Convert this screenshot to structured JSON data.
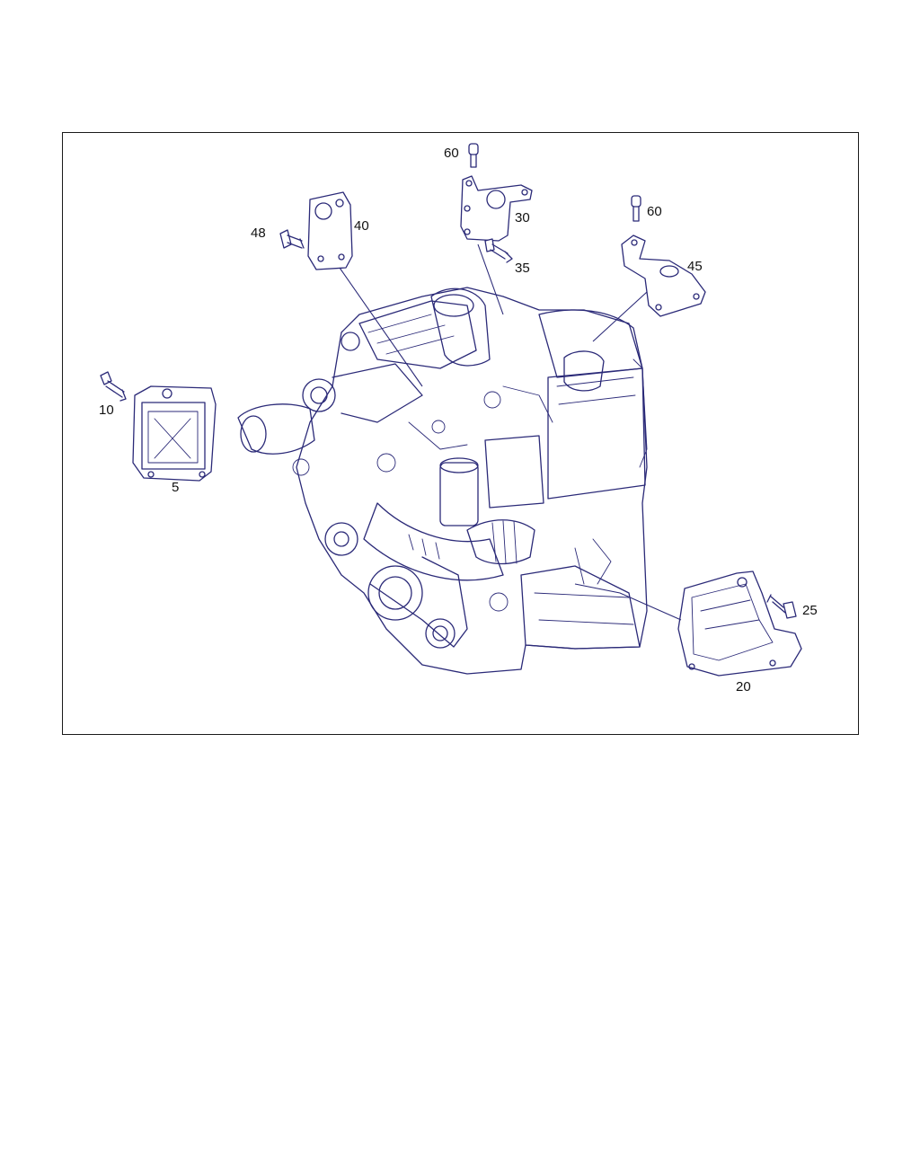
{
  "diagram": {
    "callouts": [
      {
        "id": "p60a",
        "label": "60"
      },
      {
        "id": "p48",
        "label": "48"
      },
      {
        "id": "p40",
        "label": "40"
      },
      {
        "id": "p30",
        "label": "30"
      },
      {
        "id": "p35",
        "label": "35"
      },
      {
        "id": "p60b",
        "label": "60"
      },
      {
        "id": "p45",
        "label": "45"
      },
      {
        "id": "p10",
        "label": "10"
      },
      {
        "id": "p5",
        "label": "5"
      },
      {
        "id": "p25",
        "label": "25"
      },
      {
        "id": "p20",
        "label": "20"
      }
    ],
    "line_color": "#2b2a78",
    "frame_color": "#1a1a1a"
  }
}
